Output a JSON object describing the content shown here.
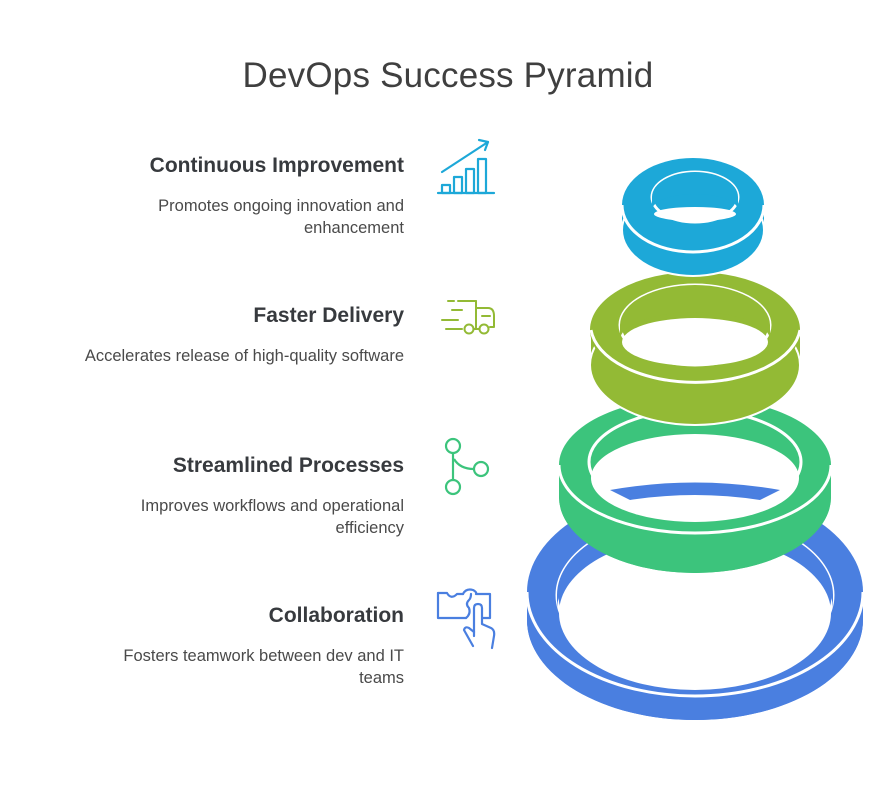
{
  "title": "DevOps Success Pyramid",
  "items": [
    {
      "title": "Continuous Improvement",
      "description": "Promotes ongoing innovation and enhancement",
      "icon": "growth-chart-icon",
      "color": "#1da8d8"
    },
    {
      "title": "Faster Delivery",
      "description": "Accelerates release of high-quality software",
      "icon": "delivery-truck-icon",
      "color": "#93ba35"
    },
    {
      "title": "Streamlined Processes",
      "description": "Improves workflows and operational efficiency",
      "icon": "branch-flow-icon",
      "color": "#3cc47c"
    },
    {
      "title": "Collaboration",
      "description": "Fosters teamwork between dev and IT teams",
      "icon": "puzzle-hand-icon",
      "color": "#4a7fe0"
    }
  ],
  "colors": {
    "tier1": "#1da8d8",
    "tier2": "#93ba35",
    "tier3": "#3cc47c",
    "tier4": "#4a7fe0",
    "title_text": "#3f3f3f",
    "heading_text": "#373a3e",
    "body_text": "#4a4a4a"
  }
}
